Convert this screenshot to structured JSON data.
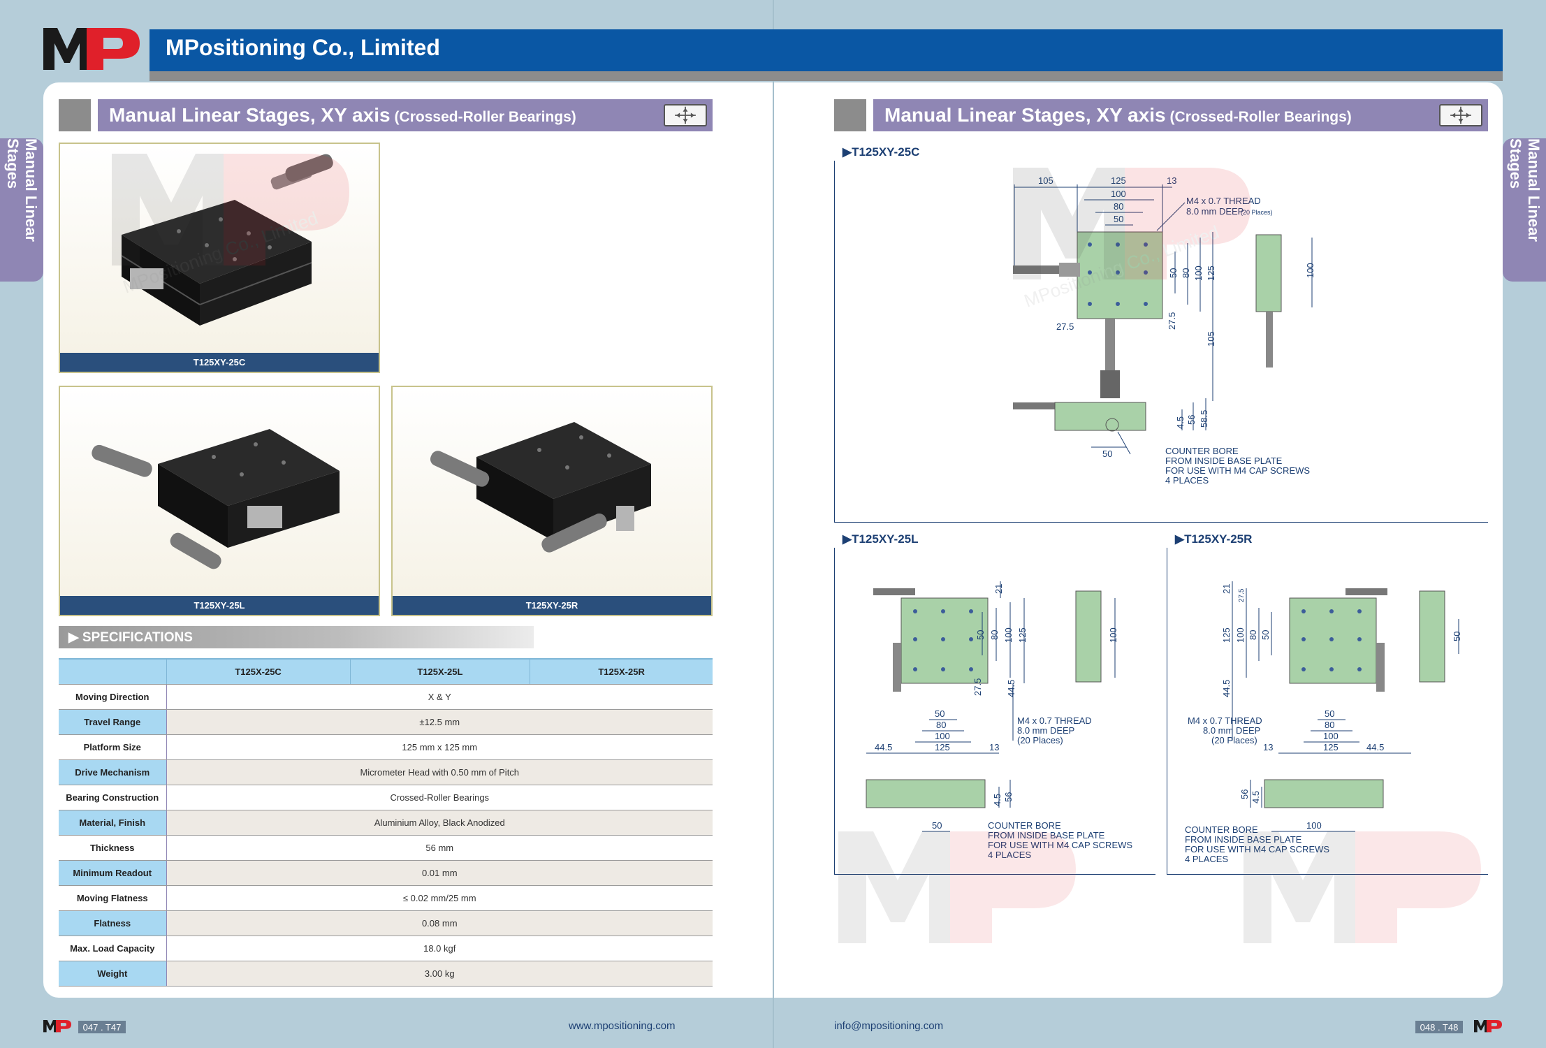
{
  "header": {
    "company": "MPositioning Co., Limited"
  },
  "side_tab": "Manual Linear Stages",
  "left_section": {
    "title": "Manual Linear Stages, XY axis",
    "subtitle": "(Crossed-Roller Bearings)"
  },
  "right_section": {
    "title": "Manual Linear Stages, XY axis",
    "subtitle": "(Crossed-Roller Bearings)"
  },
  "photos": [
    {
      "caption": "T125XY-25C"
    },
    {
      "caption": "T125XY-25L"
    },
    {
      "caption": "T125XY-25R"
    }
  ],
  "specifications": {
    "heading": "▶ SPECIFICATIONS",
    "columns": [
      "T125X-25C",
      "T125X-25L",
      "T125X-25R"
    ],
    "rows": [
      {
        "label": "Moving Direction",
        "value": "X & Y"
      },
      {
        "label": "Travel Range",
        "value": "±12.5 mm"
      },
      {
        "label": "Platform Size",
        "value": "125 mm x 125 mm"
      },
      {
        "label": "Drive Mechanism",
        "value": "Micrometer Head with 0.50 mm of Pitch"
      },
      {
        "label": "Bearing Construction",
        "value": "Crossed-Roller Bearings"
      },
      {
        "label": "Material, Finish",
        "value": "Aluminium Alloy, Black Anodized"
      },
      {
        "label": "Thickness",
        "value": "56 mm"
      },
      {
        "label": "Minimum Readout",
        "value": "0.01 mm"
      },
      {
        "label": "Moving Flatness",
        "value": "≤ 0.02 mm/25 mm"
      },
      {
        "label": "Flatness",
        "value": "0.08 mm"
      },
      {
        "label": "Max. Load Capacity",
        "value": "18.0 kgf"
      },
      {
        "label": "Weight",
        "value": "3.00 kg"
      }
    ]
  },
  "drawings": {
    "c": {
      "title": "▶T125XY-25C",
      "dims_top": [
        "105",
        "125",
        "13",
        "100",
        "80",
        "50"
      ],
      "thread": [
        "M4 x 0.7 THREAD",
        "8.0 mm DEEP",
        "(20 Places)"
      ],
      "dims_right": [
        "50",
        "80",
        "100",
        "125"
      ],
      "dims_misc": [
        "27.5",
        "27.5",
        "105",
        "100"
      ],
      "dims_side": [
        "4.5",
        "56",
        "58.5",
        "50"
      ],
      "counter_bore": [
        "COUNTER BORE",
        "FROM INSIDE BASE PLATE",
        "FOR USE WITH M4 CAP SCREWS",
        "4 PLACES"
      ]
    },
    "l": {
      "title": "▶T125XY-25L",
      "dims_right": [
        "21",
        "50",
        "80",
        "100",
        "125",
        "27.5",
        "44.5"
      ],
      "dims_bottom": [
        "50",
        "80",
        "100",
        "44.5",
        "125",
        "13"
      ],
      "dims_side": [
        "100",
        "4.5",
        "56",
        "50"
      ],
      "thread": [
        "M4 x 0.7 THREAD",
        "8.0 mm DEEP",
        "(20 Places)"
      ],
      "counter_bore": [
        "COUNTER BORE",
        "FROM INSIDE BASE PLATE",
        "FOR USE WITH M4 CAP SCREWS",
        "4 PLACES"
      ]
    },
    "r": {
      "title": "▶T125XY-25R",
      "dims_left": [
        "21",
        "27.5",
        "125",
        "100",
        "80",
        "50",
        "44.5"
      ],
      "dims_bottom": [
        "50",
        "80",
        "100",
        "13",
        "125",
        "44.5"
      ],
      "dims_side": [
        "50",
        "56",
        "4.5",
        "100"
      ],
      "thread": [
        "M4 x 0.7 THREAD",
        "8.0 mm DEEP",
        "(20 Places)"
      ],
      "counter_bore": [
        "COUNTER BORE",
        "FROM INSIDE BASE PLATE",
        "FOR USE WITH M4 CAP SCREWS",
        "4 PLACES"
      ]
    }
  },
  "watermark": "MPositioning Co., Limited",
  "footer": {
    "left_page": "047 . T47",
    "right_page": "048 . T48",
    "website": "www.mpositioning.com",
    "email": "info@mpositioning.com"
  },
  "colors": {
    "header_blue": "#0a57a4",
    "section_purple": "#8f86b4",
    "table_blue": "#a8d8f2",
    "caption_navy": "#2a4f7c",
    "dimension_blue": "#1c3f73",
    "logo_red": "#e0202a"
  }
}
